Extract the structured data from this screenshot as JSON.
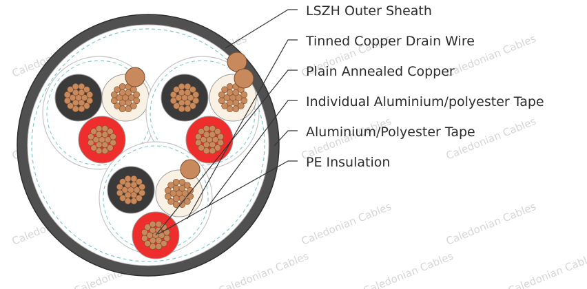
{
  "labels": [
    "LSZH Outer Sheath",
    "Tinned Copper Drain Wire",
    "Plain Annealed Copper",
    "Individual Aluminium/polyester Tape",
    "Aluminium/Polyester Tape",
    "PE Insulation"
  ],
  "watermark": "Caledonian Cables",
  "colors": {
    "outer_sheath": "#505050",
    "inner_fill": "#ffffff",
    "tape_dash": "#7fc8c8",
    "core_black": "#3a3a3a",
    "core_white": "#f8f1e4",
    "core_red": "#ee2d2d",
    "copper": "#c8895c",
    "copper_stroke": "#7a4a2a",
    "leader": "#333333"
  }
}
